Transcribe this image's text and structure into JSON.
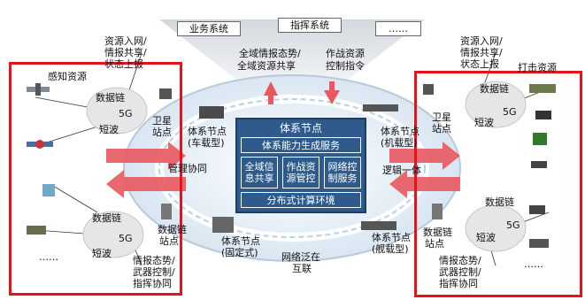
{
  "top_systems": {
    "business": "业务系统",
    "command": "指挥系统",
    "more": "……"
  },
  "top_flows": {
    "intel_share": [
      "全域情报态势/",
      "全域资源共享"
    ],
    "resource_ctrl": [
      "作战资源",
      "控制指令"
    ]
  },
  "left_panel": {
    "title": "感知资源",
    "datalink": "数据链",
    "fiveg": "5G",
    "shortwave": "短波",
    "satellite": [
      "卫星",
      "站点"
    ],
    "access": [
      "资源入网/",
      "情报共享/",
      "状态上报"
    ],
    "datalink_station": [
      "数据链",
      "站点"
    ],
    "ellipsis": "……",
    "datalink2": "数据链",
    "fiveg2": "5G",
    "shortwave2": "短波",
    "intel": [
      "情报态势/",
      "武器控制/",
      "指挥协同"
    ]
  },
  "right_panel": {
    "access": [
      "资源入网/",
      "情报共享/",
      "状态上报"
    ],
    "strike": "打击资源",
    "datalink": "数据链",
    "fiveg": "5G",
    "shortwave": "短波",
    "satellite": [
      "卫星",
      "站点"
    ],
    "datalink_station": [
      "数据链",
      "站点"
    ],
    "datalink2": "数据链",
    "fiveg2": "5G",
    "shortwave2": "短波",
    "ellipsis": "……",
    "intel": [
      "情报态势/",
      "武器控制/",
      "指挥协同"
    ]
  },
  "center": {
    "title": "体系节点",
    "capability": "体系能力生成服务",
    "service1": [
      "全域信",
      "息共享"
    ],
    "service2": [
      "作战资",
      "源管控"
    ],
    "service3": [
      "网络控",
      "制服务"
    ],
    "computing": "分布式计算环境",
    "node_vehicle": [
      "体系节点",
      "(车载型)"
    ],
    "node_air": [
      "体系节点",
      "(机载型)"
    ],
    "node_fixed": [
      "体系节点",
      "(固定式)"
    ],
    "node_ship": [
      "体系节点",
      "(舰载型)"
    ],
    "mgmt": "管理协同",
    "logic": "逻辑一体",
    "network": [
      "网络泛在",
      "互联"
    ]
  },
  "colors": {
    "frame": "#e5141b",
    "node": "#2e5b8c",
    "arrow": "#e8585f",
    "ring": "#cfe0ef"
  }
}
